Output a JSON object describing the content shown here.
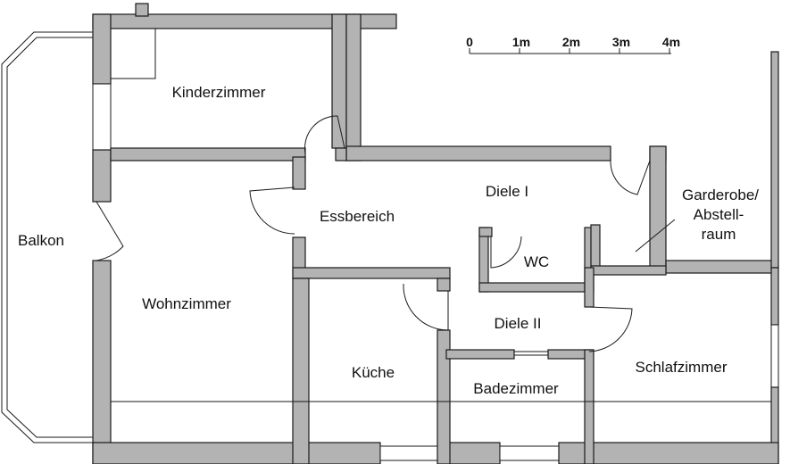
{
  "rooms": {
    "kinderzimmer": "Kinderzimmer",
    "balkon": "Balkon",
    "wohnzimmer": "Wohnzimmer",
    "essbereich": "Essbereich",
    "diele_1": "Diele I",
    "wc": "WC",
    "garderobe_line1": "Garderobe/",
    "garderobe_line2": "Abstell-",
    "garderobe_line3": "raum",
    "kueche": "Küche",
    "diele_2": "Diele II",
    "badezimmer": "Badezimmer",
    "schlafzimmer": "Schlafzimmer"
  },
  "scale": {
    "ticks": [
      "0",
      "1m",
      "2m",
      "3m",
      "4m"
    ]
  },
  "colors": {
    "wall": "#b3b3b3",
    "line": "#1a1a1a",
    "background": "#ffffff"
  }
}
